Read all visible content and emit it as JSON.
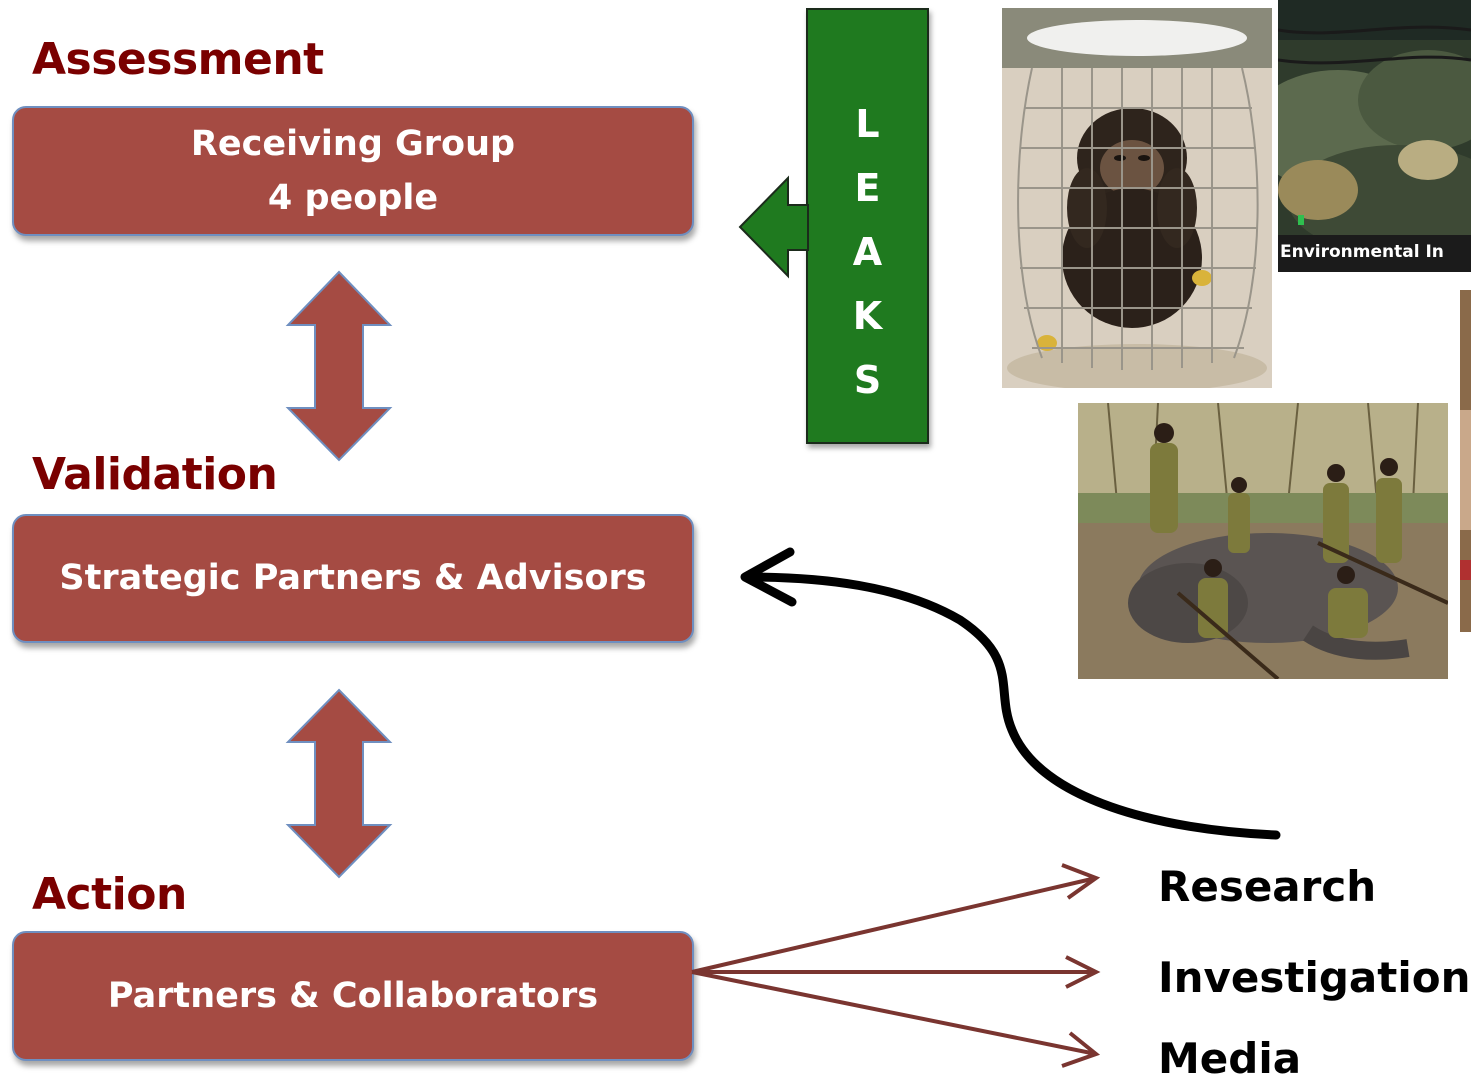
{
  "stages": {
    "assessment": {
      "heading": "Assessment",
      "box_line1": "Receiving Group",
      "box_line2": "4 people"
    },
    "validation": {
      "heading": "Validation",
      "box": "Strategic Partners & Advisors"
    },
    "action": {
      "heading": "Action",
      "box": "Partners & Collaborators"
    }
  },
  "leaks": {
    "letters": [
      "L",
      "E",
      "A",
      "K",
      "S"
    ]
  },
  "outcomes": [
    "Research",
    "Investigations",
    "Media"
  ],
  "photos": {
    "caption_fragment": "Environmental In"
  },
  "colors": {
    "heading": "#7a0000",
    "box_fill": "#a54b43",
    "box_border": "#6f8fc0",
    "leaks_fill": "#1f7a1f",
    "arrow_red": "#7a3530"
  }
}
